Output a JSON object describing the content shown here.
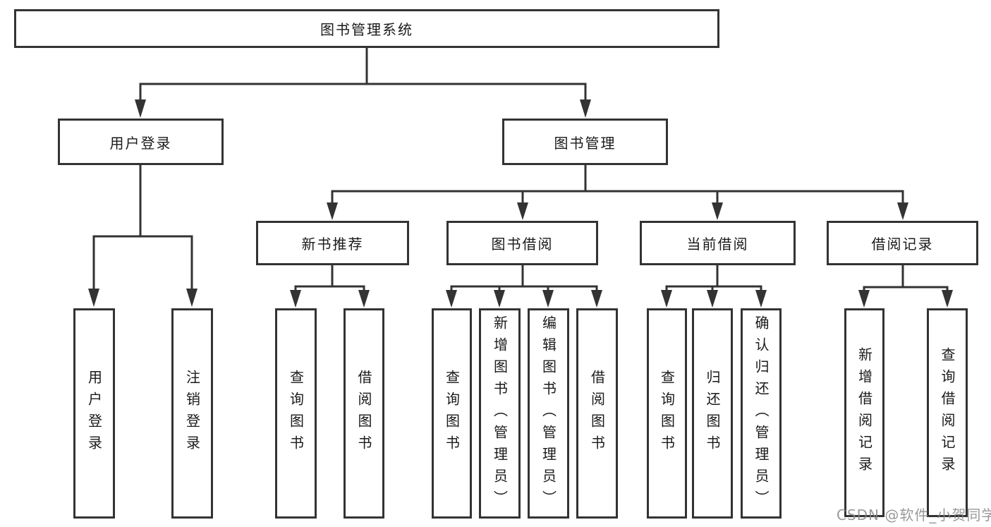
{
  "colors": {
    "line": "#333333",
    "box_border": "#333333",
    "text": "#1a1a1a",
    "background": "#ffffff",
    "watermark": "#878787"
  },
  "watermark": {
    "text": "CSDN @软件_小贺同学"
  },
  "tree": {
    "root": {
      "label": "图书管理系统",
      "children": [
        {
          "label": "用户登录",
          "children": [
            {
              "label": "用户登录"
            },
            {
              "label": "注销登录"
            }
          ]
        },
        {
          "label": "图书管理",
          "children": [
            {
              "label": "新书推荐",
              "children": [
                {
                  "label": "查询图书"
                },
                {
                  "label": "借阅图书"
                }
              ]
            },
            {
              "label": "图书借阅",
              "children": [
                {
                  "label": "查询图书"
                },
                {
                  "label": "新增图书（管理员）"
                },
                {
                  "label": "编辑图书（管理员）"
                },
                {
                  "label": "借阅图书"
                }
              ]
            },
            {
              "label": "当前借阅",
              "children": [
                {
                  "label": "查询图书"
                },
                {
                  "label": "归还图书"
                },
                {
                  "label": "确认归还（管理员）"
                }
              ]
            },
            {
              "label": "借阅记录",
              "children": [
                {
                  "label": "新增借阅记录"
                },
                {
                  "label": "查询借阅记录"
                }
              ]
            }
          ]
        }
      ]
    }
  }
}
